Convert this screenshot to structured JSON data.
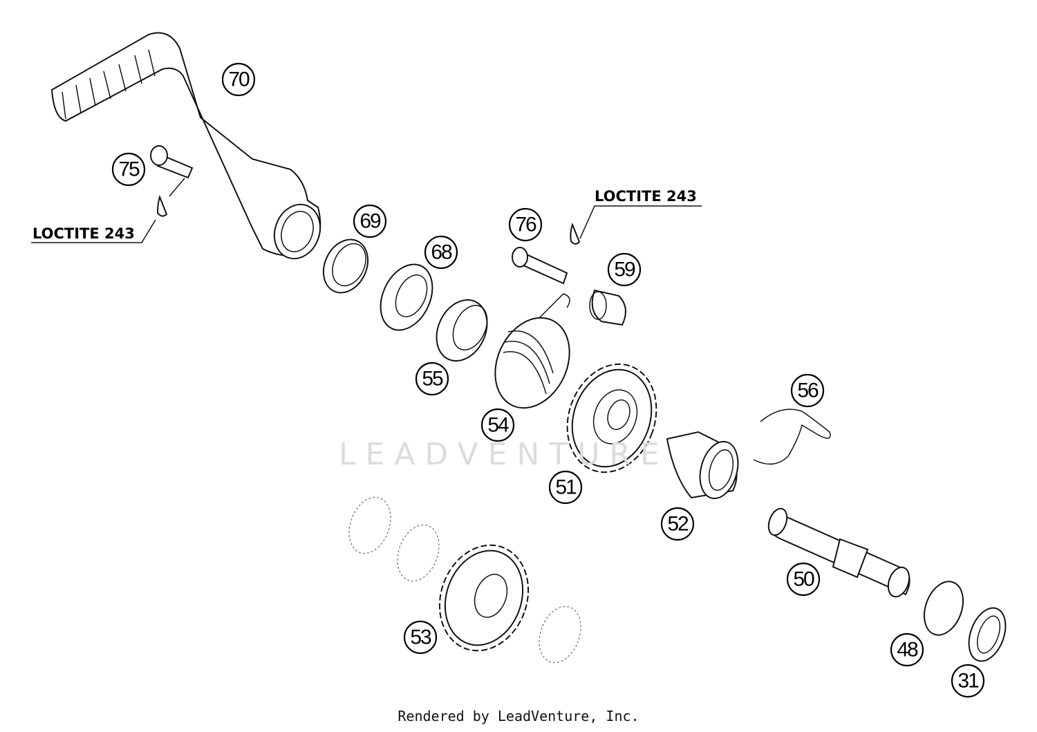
{
  "diagram": {
    "watermark": "LEADVENTURE",
    "notes": [
      {
        "id": "loctite-left",
        "text": "LOCTITE 243"
      },
      {
        "id": "loctite-right",
        "text": "LOCTITE 243"
      }
    ],
    "callouts": [
      "70",
      "75",
      "69",
      "68",
      "76",
      "59",
      "55",
      "54",
      "56",
      "51",
      "52",
      "50",
      "53",
      "48",
      "31"
    ]
  },
  "footer": {
    "text": "Rendered by LeadVenture, Inc."
  }
}
